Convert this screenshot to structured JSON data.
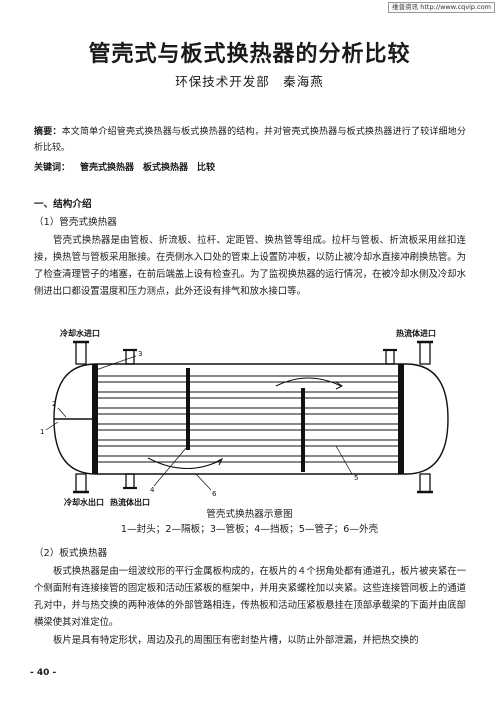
{
  "watermark": "维普资讯 http://www.cqvip.com",
  "title": "管壳式与板式换热器的分析比较",
  "author": "环保技术开发部　秦海燕",
  "abstract": {
    "label": "摘要：",
    "text": "本文简单介绍管壳式换热器与板式换热器的结构，并对管壳式换热器与板式换热器进行了较详细地分析比较。"
  },
  "keywords": {
    "label": "关键词：",
    "value": "管壳式换热器　板式换热器　比较"
  },
  "section1": {
    "heading": "一、结构介绍",
    "sub1": "（1）管壳式换热器",
    "para1": "管壳式换热器是由管板、折流板、拉杆、定距管、换热管等组成。拉杆与管板、折流板采用丝扣连接，换热管与管板采用胀接。在壳侧水入口处的管束上设置防冲板，以防止被冷却水直接冲刷换热管。为了检查清理管子的堵塞，在前后端盖上设有检查孔。为了监视换热器的运行情况，在被冷却水侧及冷却水侧进出口都设置温度和压力测点，此外还设有排气和放水接口等。",
    "figure": {
      "label_tl": "冷却水进口",
      "label_tr": "热流体进口",
      "label_bl1": "冷却水出口",
      "label_bl2": "热流体出口",
      "numbers": [
        "1",
        "2",
        "3",
        "4",
        "5",
        "6"
      ],
      "title": "管壳式换热器示意图",
      "caption": "1—封头；2—隔板；3—管板；4—挡板；5—管子；6—外壳"
    },
    "sub2": "（2）板式换热器",
    "para2": "板式换热器是由一组波纹形的平行金属板构成的，在板片的４个拐角处都有通道孔，板片被夹紧在一个侧面附有连接接管的固定板和活动压紧板的框架中，并用夹紧螺栓加以夹紧。这些连接管同板上的通道孔对中，并与热交换的两种液体的外部管路相连，传热板和活动压紧板悬挂在顶部承载梁的下面并由底部横梁使其对准定位。",
    "para3": "板片是具有特定形状，周边及孔的周围压有密封垫片槽，以防止外部泄漏，并把热交换的"
  },
  "page_number": "- 40 -"
}
